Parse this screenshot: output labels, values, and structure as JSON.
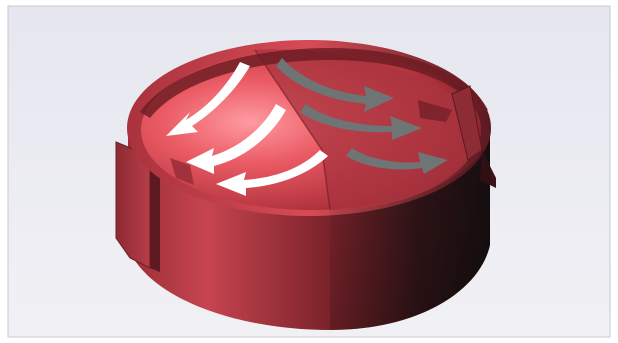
{
  "figure": {
    "kind": "3d-render",
    "subject": "cylindrical-chamber-with-flow-arrows"
  },
  "colors": {
    "background_top": "#e6e6f0",
    "background_bottom": "#f1f1f5",
    "frame": "#c9c9d3",
    "cylinder_light": "#c9444f",
    "cylinder_mid": "#8f2730",
    "cylinder_dark": "#1e1416",
    "top_light": "#ff8a92",
    "top_mid": "#e3525c",
    "top_dark": "#7a1f27",
    "arrow_white": "#ffffff",
    "arrow_grey": "#6f7474"
  },
  "arrows": {
    "left_group": {
      "count": 3,
      "direction": "inward-left",
      "color": "white"
    },
    "right_group": {
      "count": 3,
      "direction": "outward-right",
      "color": "grey"
    }
  }
}
